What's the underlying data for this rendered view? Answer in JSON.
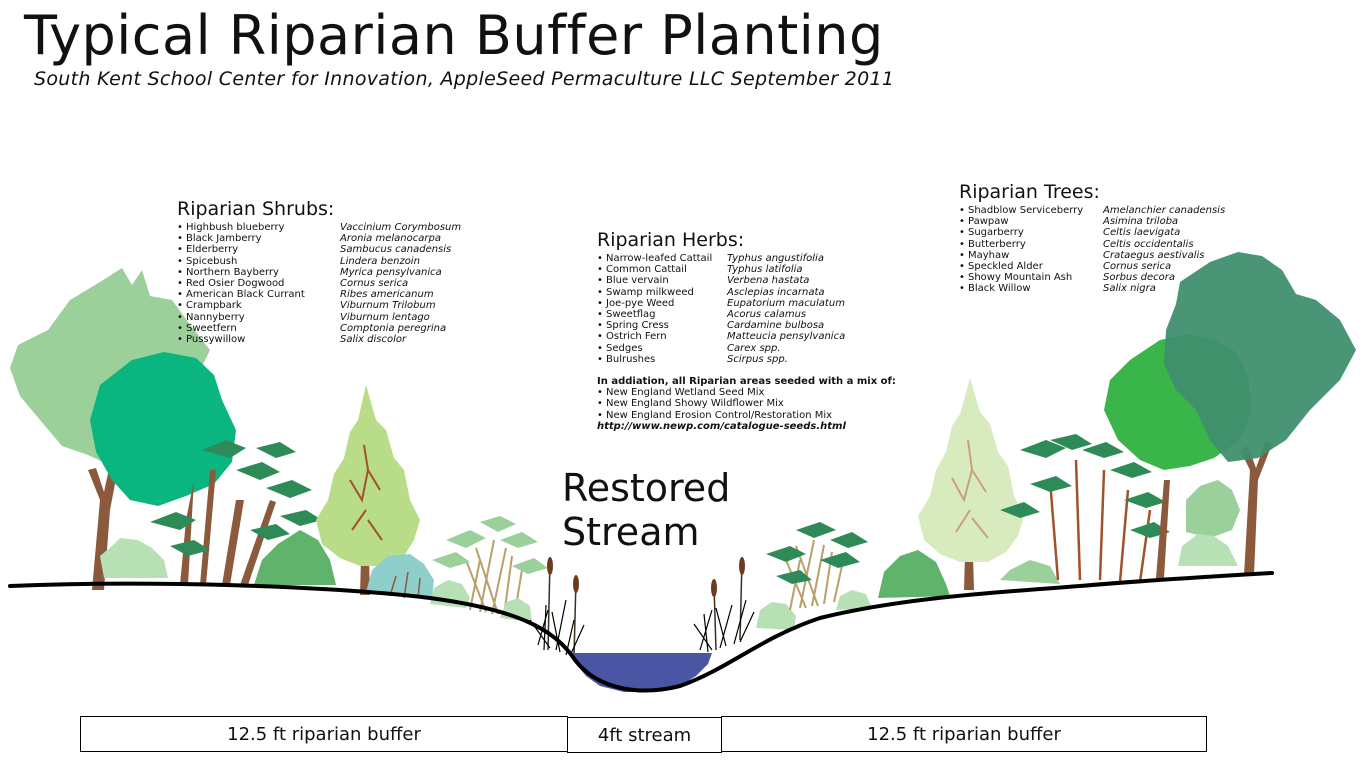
{
  "header": {
    "title": "Typical Riparian Buffer Planting",
    "subtitle": "South Kent School Center for Innovation, AppleSeed Permaculture LLC September 2011"
  },
  "shrubs": {
    "heading": "Riparian Shrubs:",
    "items": [
      {
        "common": "Highbush blueberry",
        "scientific": "Vaccinium Corymbosum"
      },
      {
        "common": "Black Jamberry",
        "scientific": "Aronia melanocarpa"
      },
      {
        "common": "Elderberry",
        "scientific": "Sambucus canadensis"
      },
      {
        "common": "Spicebush",
        "scientific": "Lindera benzoin"
      },
      {
        "common": "Northern Bayberry",
        "scientific": "Myrica pensylvanica"
      },
      {
        "common": "Red Osier Dogwood",
        "scientific": "Cornus serica"
      },
      {
        "common": "American Black Currant",
        "scientific": "Ribes americanum"
      },
      {
        "common": "Crampbark",
        "scientific": "Viburnum Trilobum"
      },
      {
        "common": "Nannyberry",
        "scientific": "Viburnum lentago"
      },
      {
        "common": "Sweetfern",
        "scientific": "Comptonia peregrina"
      },
      {
        "common": "Pussywillow",
        "scientific": "Salix discolor"
      }
    ]
  },
  "herbs": {
    "heading": "Riparian Herbs:",
    "items": [
      {
        "common": "Narrow-leafed Cattail",
        "scientific": "Typhus angustifolia"
      },
      {
        "common": "Common Cattail",
        "scientific": "Typhus latifolia"
      },
      {
        "common": "Blue vervain",
        "scientific": "Verbena hastata"
      },
      {
        "common": "Swamp milkweed",
        "scientific": "Asclepias incarnata"
      },
      {
        "common": "Joe-pye Weed",
        "scientific": "Eupatorium maculatum"
      },
      {
        "common": "Sweetflag",
        "scientific": "Acorus calamus"
      },
      {
        "common": "Spring Cress",
        "scientific": "Cardamine bulbosa"
      },
      {
        "common": "Ostrich Fern",
        "scientific": "Matteucia pensylvanica"
      },
      {
        "common": "Sedges",
        "scientific": "Carex spp."
      },
      {
        "common": "Bulrushes",
        "scientific": "Scirpus spp."
      }
    ]
  },
  "trees": {
    "heading": "Riparian Trees:",
    "items": [
      {
        "common": "Shadblow Serviceberry",
        "scientific": "Amelanchier canadensis"
      },
      {
        "common": "Pawpaw",
        "scientific": "Asimina triloba"
      },
      {
        "common": "Sugarberry",
        "scientific": "Celtis laevigata"
      },
      {
        "common": "Butterberry",
        "scientific": "Celtis occidentalis"
      },
      {
        "common": "Mayhaw",
        "scientific": "Crataegus aestivalis"
      },
      {
        "common": "Speckled Alder",
        "scientific": "Cornus serica"
      },
      {
        "common": "Showy Mountain Ash",
        "scientific": "Sorbus decora"
      },
      {
        "common": "Black Willow",
        "scientific": "Salix nigra"
      }
    ]
  },
  "seed_note": {
    "intro": "In addiation, all Riparian areas seeded with a mix of:",
    "items": [
      "New England Wetland Seed Mix",
      "New England Showy Wildflower Mix",
      "New England Erosion Control/Restoration Mix"
    ],
    "url": "http://www.newp.com/catalogue-seeds.html"
  },
  "stream_label": {
    "line1": "Restored",
    "line2": "Stream"
  },
  "dimensions": {
    "left": "12.5 ft riparian buffer",
    "center": "4ft stream",
    "right": "12.5 ft riparian buffer"
  },
  "colors": {
    "water": "#4a56a4",
    "ground_line": "#000000",
    "tree_light": "#9bd09a",
    "tree_teal": "#0ab57f",
    "tree_dark": "#3f8f6e",
    "tree_bright": "#39b54a",
    "trunk": "#8b5a3c",
    "shrub_dark": "#2e8b57",
    "shrub_pale": "#b7e0b5",
    "conifer": "#b8dc88",
    "conifer_pale": "#d8ebbf",
    "blue_shrub": "#8fcfcb",
    "grass": "#b9a06a"
  }
}
